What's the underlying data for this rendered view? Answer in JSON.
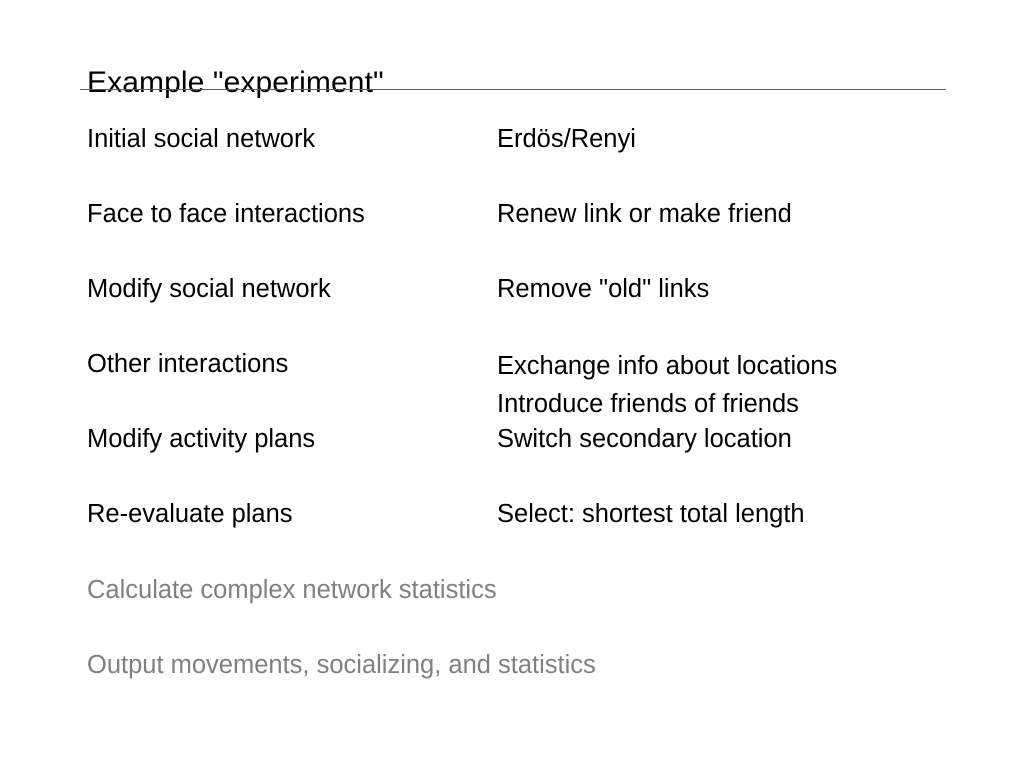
{
  "slide": {
    "title": "Example \"experiment\"",
    "rows": [
      {
        "left": "Initial social network",
        "right": "Erdös/Renyi"
      },
      {
        "left": "Face to face interactions",
        "right": "Renew link or make friend"
      },
      {
        "left": "Modify social network",
        "right": "Remove \"old\" links"
      },
      {
        "left": "Other interactions",
        "right": "Exchange info about locations"
      },
      {
        "left": "",
        "right": "Introduce friends of friends"
      },
      {
        "left": "Modify activity plans",
        "right": "Switch secondary location"
      },
      {
        "left": "Re-evaluate plans",
        "right": "Select: shortest total length"
      }
    ],
    "footer": [
      "Calculate complex network statistics",
      "Output movements, socializing, and statistics"
    ]
  },
  "colors": {
    "text": "#000000",
    "muted": "#808080",
    "rule": "#5a5a5a",
    "background": "#ffffff"
  }
}
